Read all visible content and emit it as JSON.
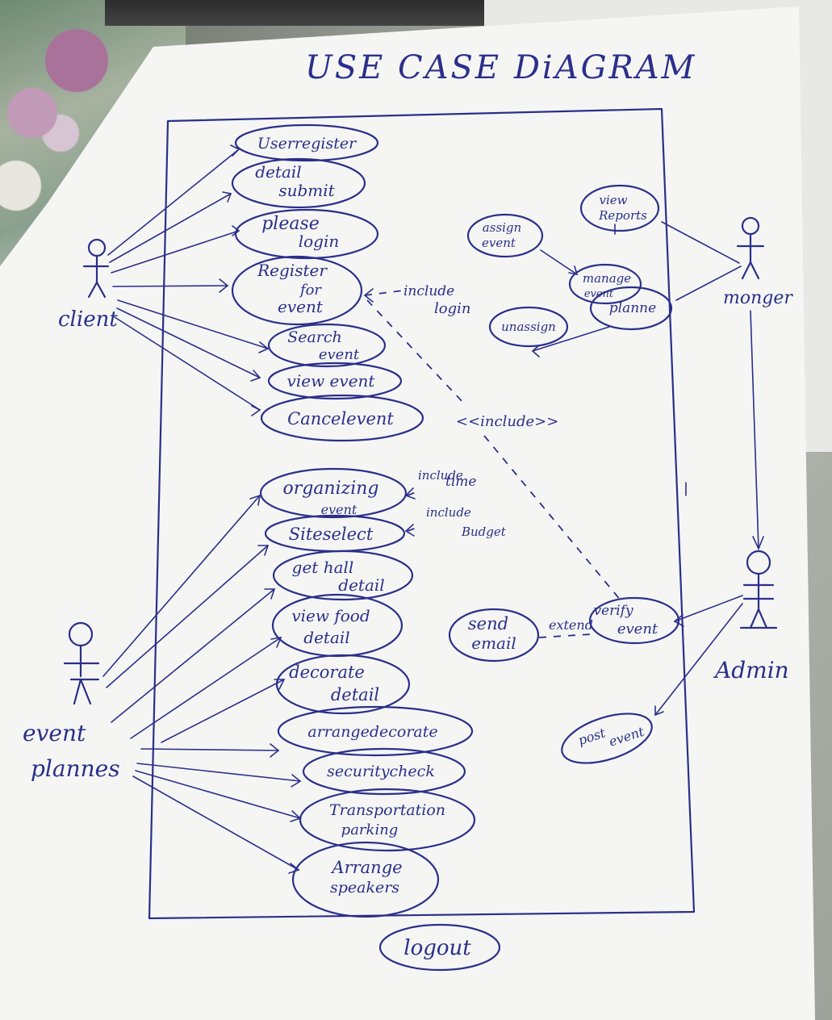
{
  "title": "USE CASE DiAGRAM",
  "actors": {
    "client": "client",
    "manager": "monger",
    "event_planner_line1": "event",
    "event_planner_line2": "plannes",
    "admin": "Admin"
  },
  "use_cases": {
    "user_register": "Userregister",
    "detail_submit_l1": "detail",
    "detail_submit_l2": "submit",
    "please_login_l1": "please",
    "please_login_l2": "login",
    "register_event_l1": "Register",
    "register_event_l2": "for",
    "register_event_l3": "event",
    "search_event_l1": "Search",
    "search_event_l2": "event",
    "view_event": "view event",
    "cancel_event": "Cancelevent",
    "organizing_event_l1": "organizing",
    "organizing_event_l2": "event",
    "site_select": "Siteselect",
    "get_hall_l1": "get hall",
    "get_hall_l2": "detail",
    "view_food_l1": "view food",
    "view_food_l2": "detail",
    "decorate_l1": "decorate",
    "decorate_l2": "detail",
    "arrange_decorate": "arrangedecorate",
    "security_check": "securitycheck",
    "transport_l1": "Transportation",
    "transport_l2": "parking",
    "arrange_speakers_l1": "Arrange",
    "arrange_speakers_l2": "speakers",
    "logout": "logout",
    "view_reports_l1": "view",
    "view_reports_l2": "Reports",
    "assign_event_l1": "assign",
    "assign_event_l2": "event",
    "manage_event_l1": "manage",
    "manage_event_l2": "event",
    "planner": "planne",
    "unassign": "unassign",
    "send_email_l1": "send",
    "send_email_l2": "email",
    "verify_event_l1": "verify",
    "verify_event_l2": "event",
    "post_event_l1": "post",
    "post_event_l2": "event"
  },
  "annotations": {
    "include_login_l1": "include",
    "include_login_l2": "login",
    "include_mid": "<<include>>",
    "include_time_l1": "include",
    "include_time_l2": "time",
    "include_budget_l1": "include",
    "include_budget_l2": "Budget",
    "extend": "extend"
  },
  "colors": {
    "ink": "#2b2f8a",
    "paper": "#f5f6f4"
  }
}
